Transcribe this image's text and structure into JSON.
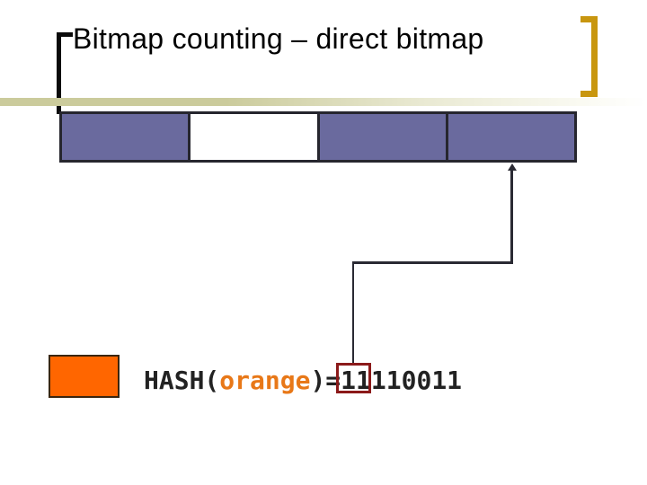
{
  "slide": {
    "title": "Bitmap counting – direct bitmap",
    "bitmap_bar": {
      "description": "direct bitmap with 4 visible cells",
      "border_color": "#26262e",
      "cells": [
        {
          "state": "set",
          "color": "#6a6a9e"
        },
        {
          "state": "unset",
          "color": "#ffffff"
        },
        {
          "state": "set",
          "color": "#6a6a9e"
        },
        {
          "state": "set",
          "color": "#6a6a9e"
        }
      ]
    },
    "hash_label": {
      "prefix": "HASH(",
      "argument": "orange",
      "suffix": ")=",
      "bits_boxed": "11",
      "bits_rest": "110011",
      "full_bits": "11110011",
      "argument_color": "#e87818",
      "box_color": "#8b1a1a"
    },
    "legend": {
      "swatch_color": "#ff6600"
    },
    "decor": {
      "gold_bracket_color": "#c8960f",
      "band_color": "#cbcb9c"
    }
  }
}
